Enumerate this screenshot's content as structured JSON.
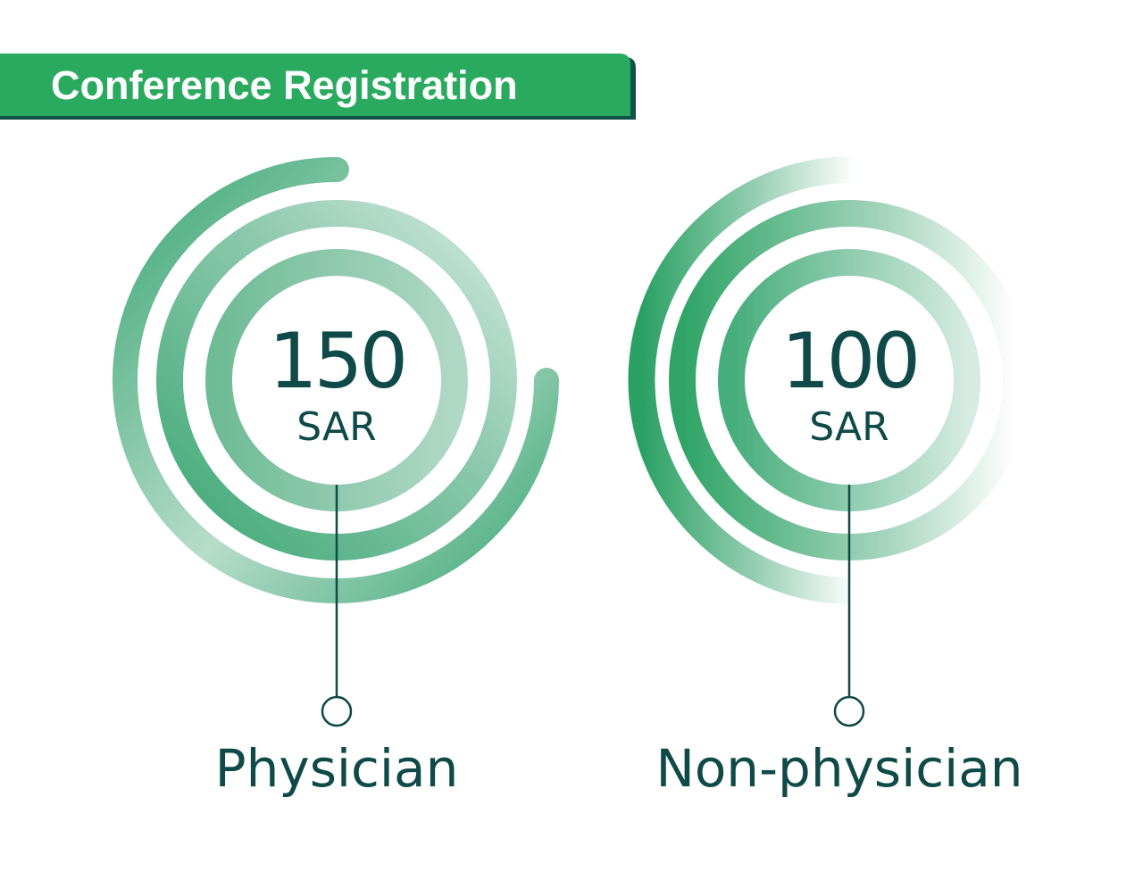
{
  "header": {
    "title": "Conference Registration"
  },
  "pricing": [
    {
      "amount": "150",
      "currency": "SAR",
      "category": "Physician"
    },
    {
      "amount": "100",
      "currency": "SAR",
      "category": "Non-physician"
    }
  ],
  "colors": {
    "banner": "#2aaa5f",
    "banner_shadow": "#0e5249",
    "ring": "#3ea876",
    "text": "#0f4a48"
  }
}
